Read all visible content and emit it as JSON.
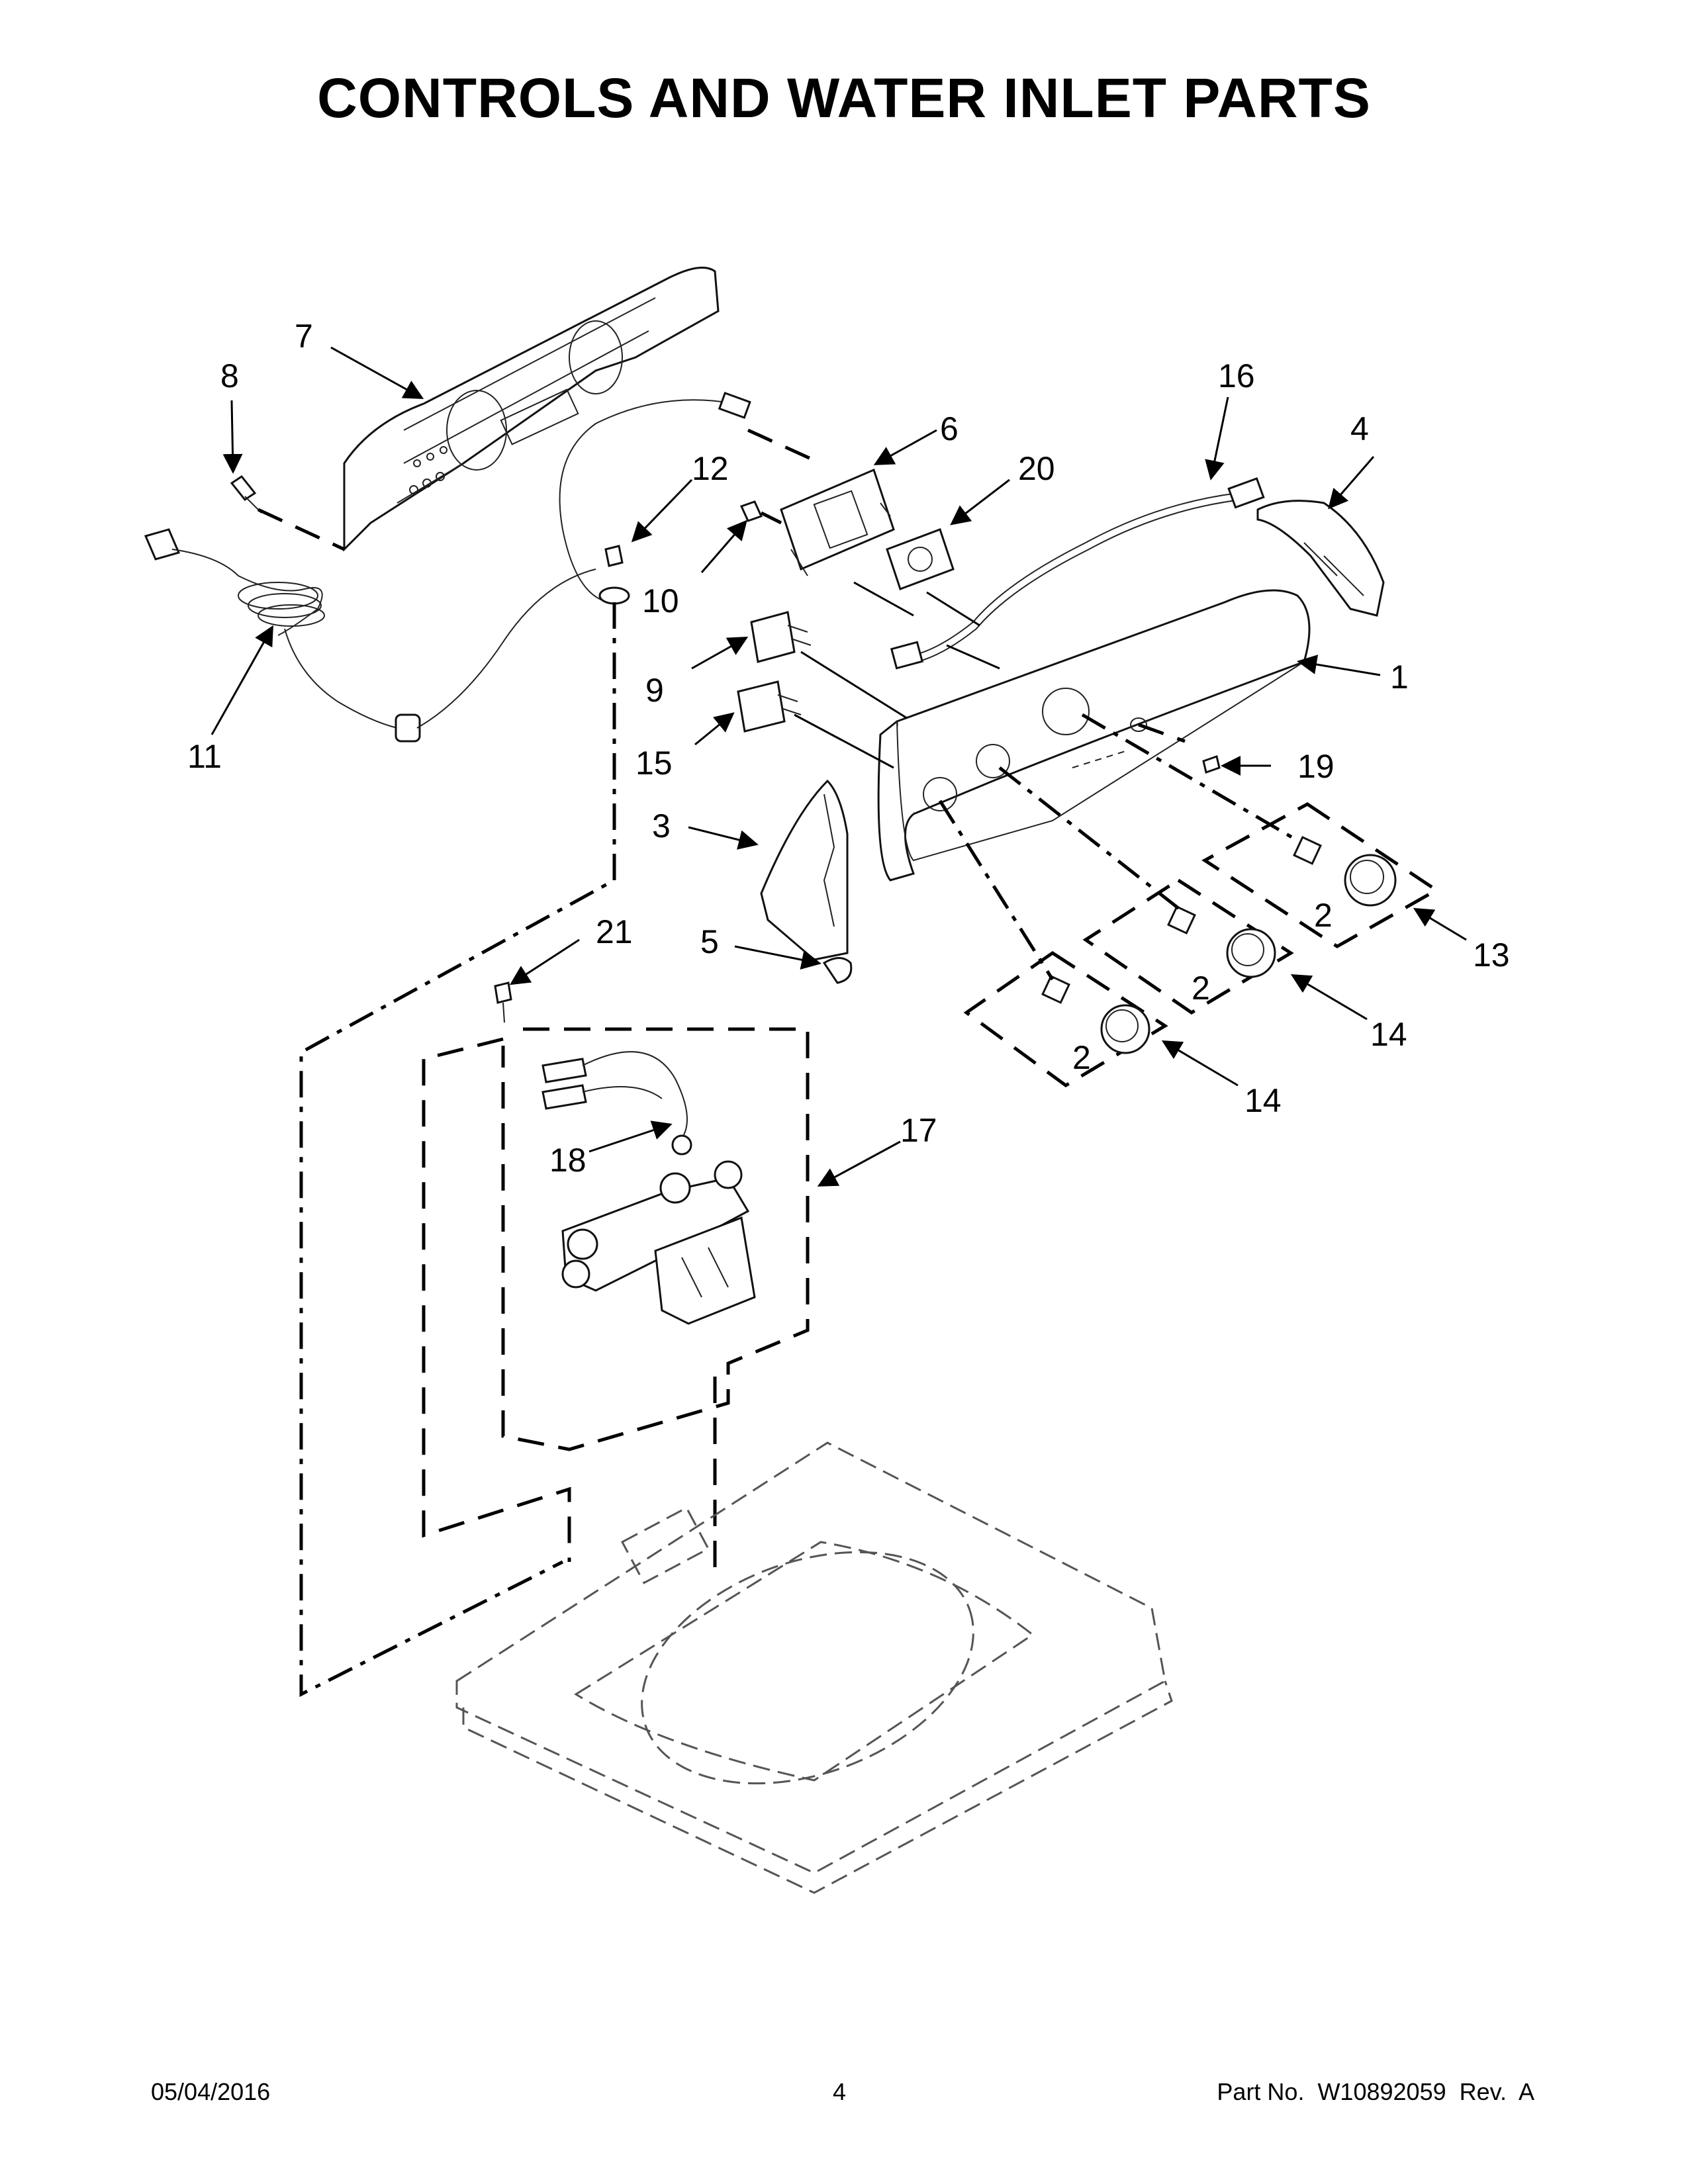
{
  "title": "CONTROLS AND WATER INLET PARTS",
  "callouts": [
    {
      "id": "c1",
      "text": "1"
    },
    {
      "id": "c2a",
      "text": "2"
    },
    {
      "id": "c2b",
      "text": "2"
    },
    {
      "id": "c2c",
      "text": "2"
    },
    {
      "id": "c3",
      "text": "3"
    },
    {
      "id": "c4",
      "text": "4"
    },
    {
      "id": "c5",
      "text": "5"
    },
    {
      "id": "c6",
      "text": "6"
    },
    {
      "id": "c7",
      "text": "7"
    },
    {
      "id": "c8",
      "text": "8"
    },
    {
      "id": "c9",
      "text": "9"
    },
    {
      "id": "c10",
      "text": "10"
    },
    {
      "id": "c11",
      "text": "11"
    },
    {
      "id": "c12",
      "text": "12"
    },
    {
      "id": "c13",
      "text": "13"
    },
    {
      "id": "c14a",
      "text": "14"
    },
    {
      "id": "c14b",
      "text": "14"
    },
    {
      "id": "c15",
      "text": "15"
    },
    {
      "id": "c16",
      "text": "16"
    },
    {
      "id": "c17",
      "text": "17"
    },
    {
      "id": "c18",
      "text": "18"
    },
    {
      "id": "c19",
      "text": "19"
    },
    {
      "id": "c20",
      "text": "20"
    },
    {
      "id": "c21",
      "text": "21"
    }
  ],
  "footer": {
    "date": "05/04/2016",
    "page": "4",
    "part_no": "Part No.  W10892059  Rev.  A"
  }
}
